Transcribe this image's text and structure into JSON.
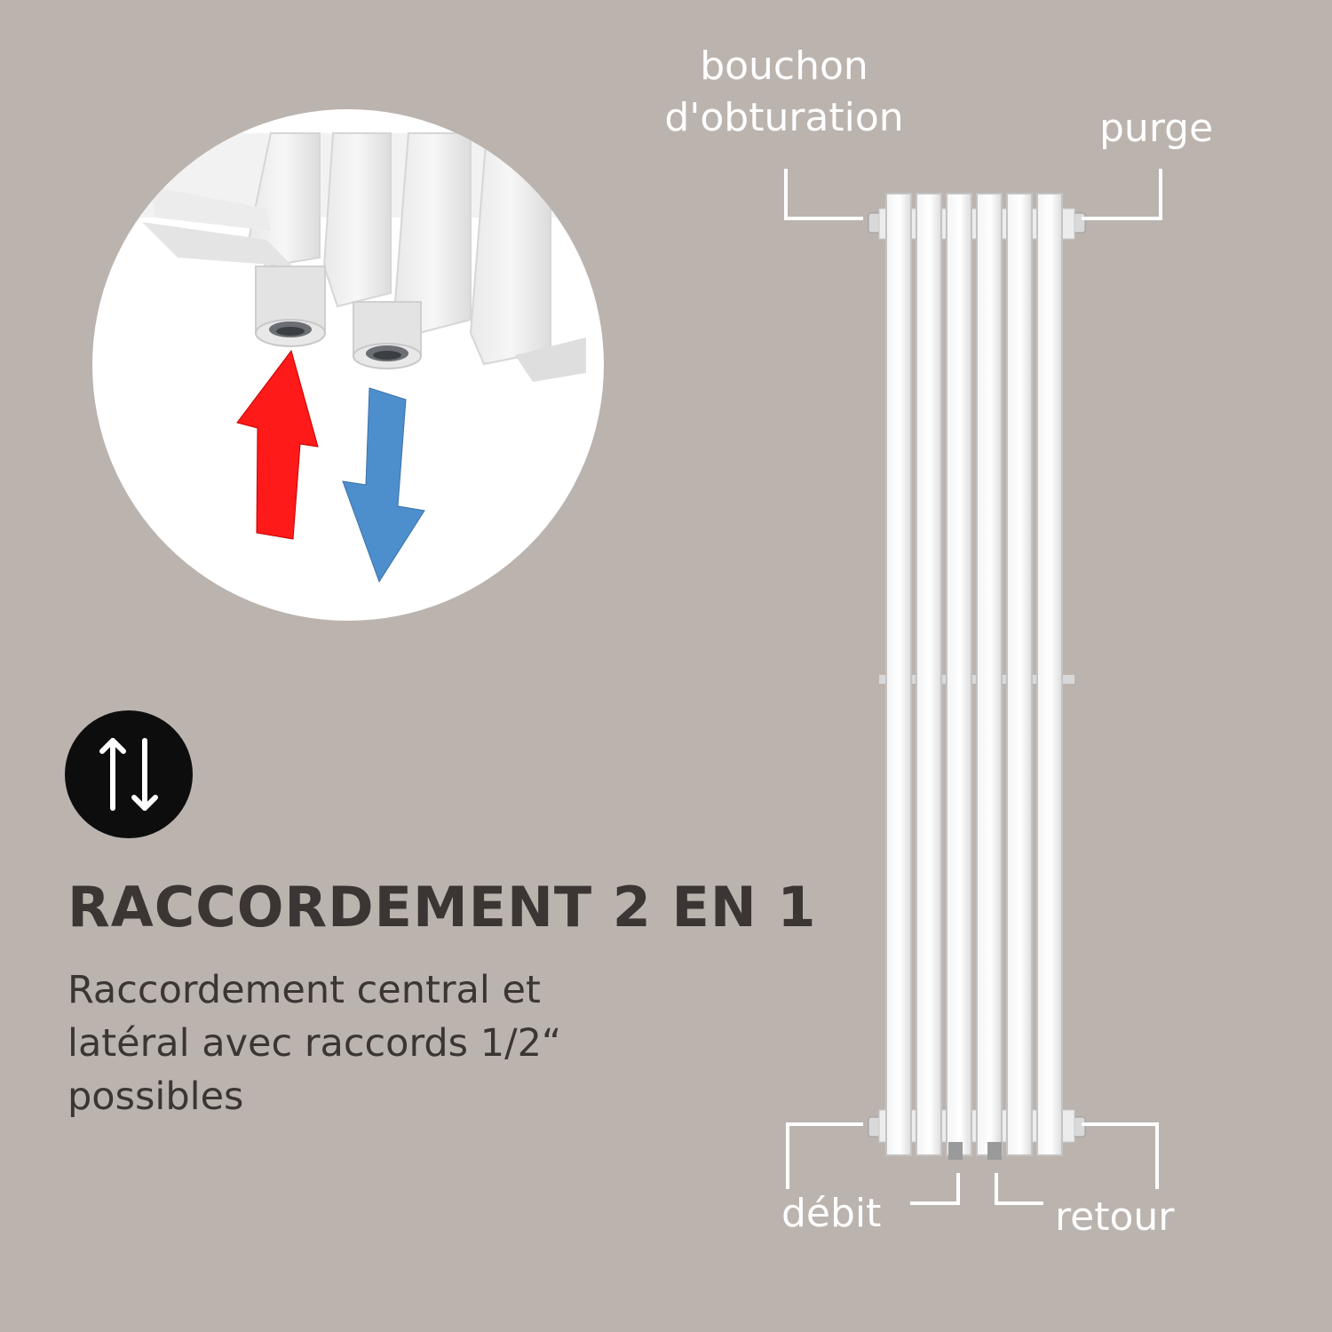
{
  "labels": {
    "plug": [
      "bouchon",
      "d'obturation"
    ],
    "bleed": "purge",
    "flow": "débit",
    "return": "retour"
  },
  "heading": "RACCORDEMENT 2 EN 1",
  "description": [
    "Raccordement central et",
    "latéral avec raccords 1/2“",
    "possibles"
  ],
  "icons": {
    "badge": "up-down-arrows-icon",
    "hot_arrow": "red-up-arrow-icon",
    "cold_arrow": "blue-down-arrow-icon"
  },
  "colors": {
    "background": "#bbb3ae",
    "hot": "#ff1a1a",
    "cold": "#4d8fcc",
    "badge": "#0d0d0d",
    "text": "#3b3533"
  }
}
